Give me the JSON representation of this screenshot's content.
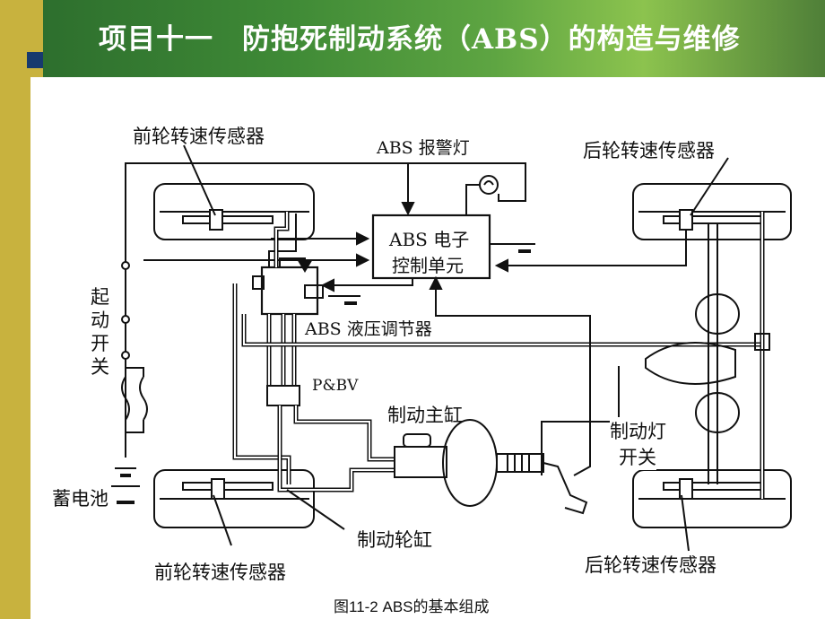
{
  "slide": {
    "title": "项目十一　防抱死制动系统（ABS）的构造与维修",
    "caption": "图11-2  ABS的基本组成"
  },
  "labels": {
    "front_sensor_top": "前轮转速传感器",
    "abs_warning_lamp": "ABS 报警灯",
    "rear_sensor_top": "后轮转速传感器",
    "abs_ecu_line1": "ABS 电子",
    "abs_ecu_line2": "控制单元",
    "ignition_switch": "起动开关",
    "abs_hydraulic_modulator": "ABS 液压调节器",
    "pbv": "P&BV",
    "master_cylinder": "制动主缸",
    "brake_light_switch_line1": "制动灯",
    "brake_light_switch_line2": "开关",
    "battery": "蓄电池",
    "wheel_cylinder": "制动轮缸",
    "front_sensor_bottom": "前轮转速传感器",
    "rear_sensor_bottom": "后轮转速传感器"
  },
  "colors": {
    "header_green": "#3f8a36",
    "side_gold": "#c8b23e",
    "accent_navy": "#173a6e"
  }
}
